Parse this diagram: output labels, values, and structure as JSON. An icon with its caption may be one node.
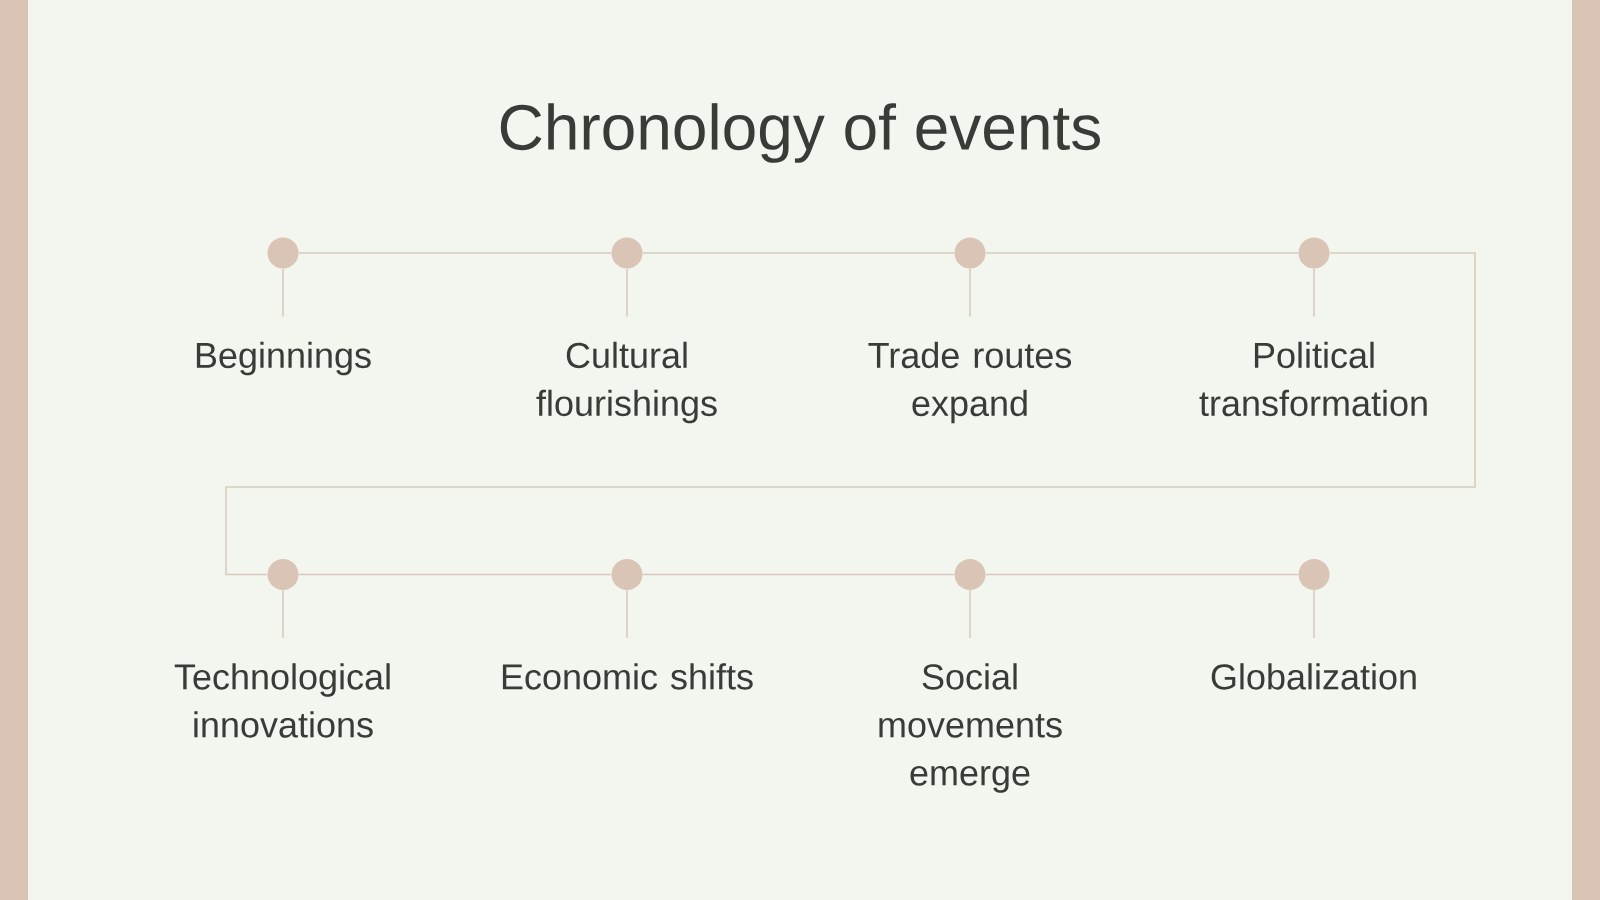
{
  "diagram": {
    "title": "Chronology of events",
    "nodes": [
      {
        "text": [],
        "shape": "circle"
      },
      {
        "text": [
          "Beginnings"
        ]
      },
      {
        "text": [],
        "shape": "circle"
      },
      {
        "text": [
          "Cultural flourishings"
        ]
      },
      {
        "text": [],
        "shape": "circle"
      },
      {
        "text": [
          "Trade routes expand"
        ]
      },
      {
        "text": [],
        "shape": "circle"
      },
      {
        "text": [
          "Political transformation"
        ]
      },
      {
        "text": [],
        "shape": "circle"
      },
      {
        "text": [
          "Technological innovations"
        ]
      },
      {
        "text": [],
        "shape": "circle"
      },
      {
        "text": [
          "Economic shifts"
        ]
      },
      {
        "text": [],
        "shape": "circle"
      },
      {
        "text": [
          "Social movements emerge"
        ]
      },
      {
        "text": [],
        "shape": "circle"
      },
      {
        "text": [
          "Globalization"
        ]
      }
    ],
    "edges": [
      {
        "from": 0,
        "to": 2,
        "arrow": "none"
      },
      {
        "from": 2,
        "to": 4,
        "arrow": "none"
      },
      {
        "from": 4,
        "to": 6,
        "arrow": "none"
      },
      {
        "from": 6,
        "to": 8,
        "arrow": "none"
      },
      {
        "from": 8,
        "to": 10,
        "arrow": "none"
      },
      {
        "from": 10,
        "to": 12,
        "arrow": "none"
      },
      {
        "from": 12,
        "to": 14,
        "arrow": "none"
      },
      {
        "from": 0,
        "to": 1,
        "arrow": "none"
      },
      {
        "from": 2,
        "to": 3,
        "arrow": "none"
      },
      {
        "from": 4,
        "to": 5,
        "arrow": "none"
      },
      {
        "from": 6,
        "to": 7,
        "arrow": "none"
      },
      {
        "from": 8,
        "to": 9,
        "arrow": "none"
      },
      {
        "from": 10,
        "to": 11,
        "arrow": "none"
      },
      {
        "from": 12,
        "to": 13,
        "arrow": "none"
      },
      {
        "from": 14,
        "to": 15,
        "arrow": "none"
      }
    ]
  }
}
